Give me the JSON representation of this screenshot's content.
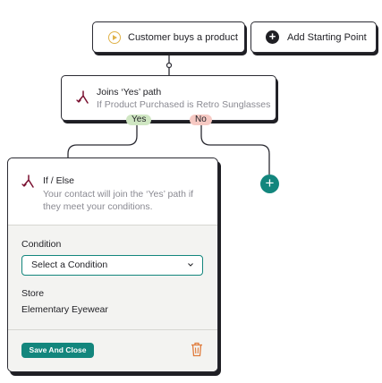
{
  "trigger": {
    "label": "Customer buys a product",
    "icon": "play-circle-icon"
  },
  "add_start": {
    "label": "Add Starting Point",
    "icon": "plus-circle-icon"
  },
  "joins_node": {
    "title": "Joins ‘Yes’ path",
    "subtitle": "If Product Purchased is Retro Sunglasses",
    "icon": "split-path-icon"
  },
  "branches": {
    "yes": "Yes",
    "no": "No",
    "add_icon": "plus-icon"
  },
  "panel": {
    "title": "If / Else",
    "description": "Your contact will join the ‘Yes’ path if they meet your conditions.",
    "condition_label": "Condition",
    "condition_select": "Select a Condition",
    "store_label": "Store",
    "store_value": "Elementary Eyewear",
    "save_label": "Save And Close",
    "delete_icon": "trash-icon"
  },
  "colors": {
    "accent": "#13867d",
    "yes_pill": "#cfe6c2",
    "no_pill": "#f6c9c3",
    "trigger_icon": "#e0b24a",
    "split_icon": "#7a1030"
  }
}
